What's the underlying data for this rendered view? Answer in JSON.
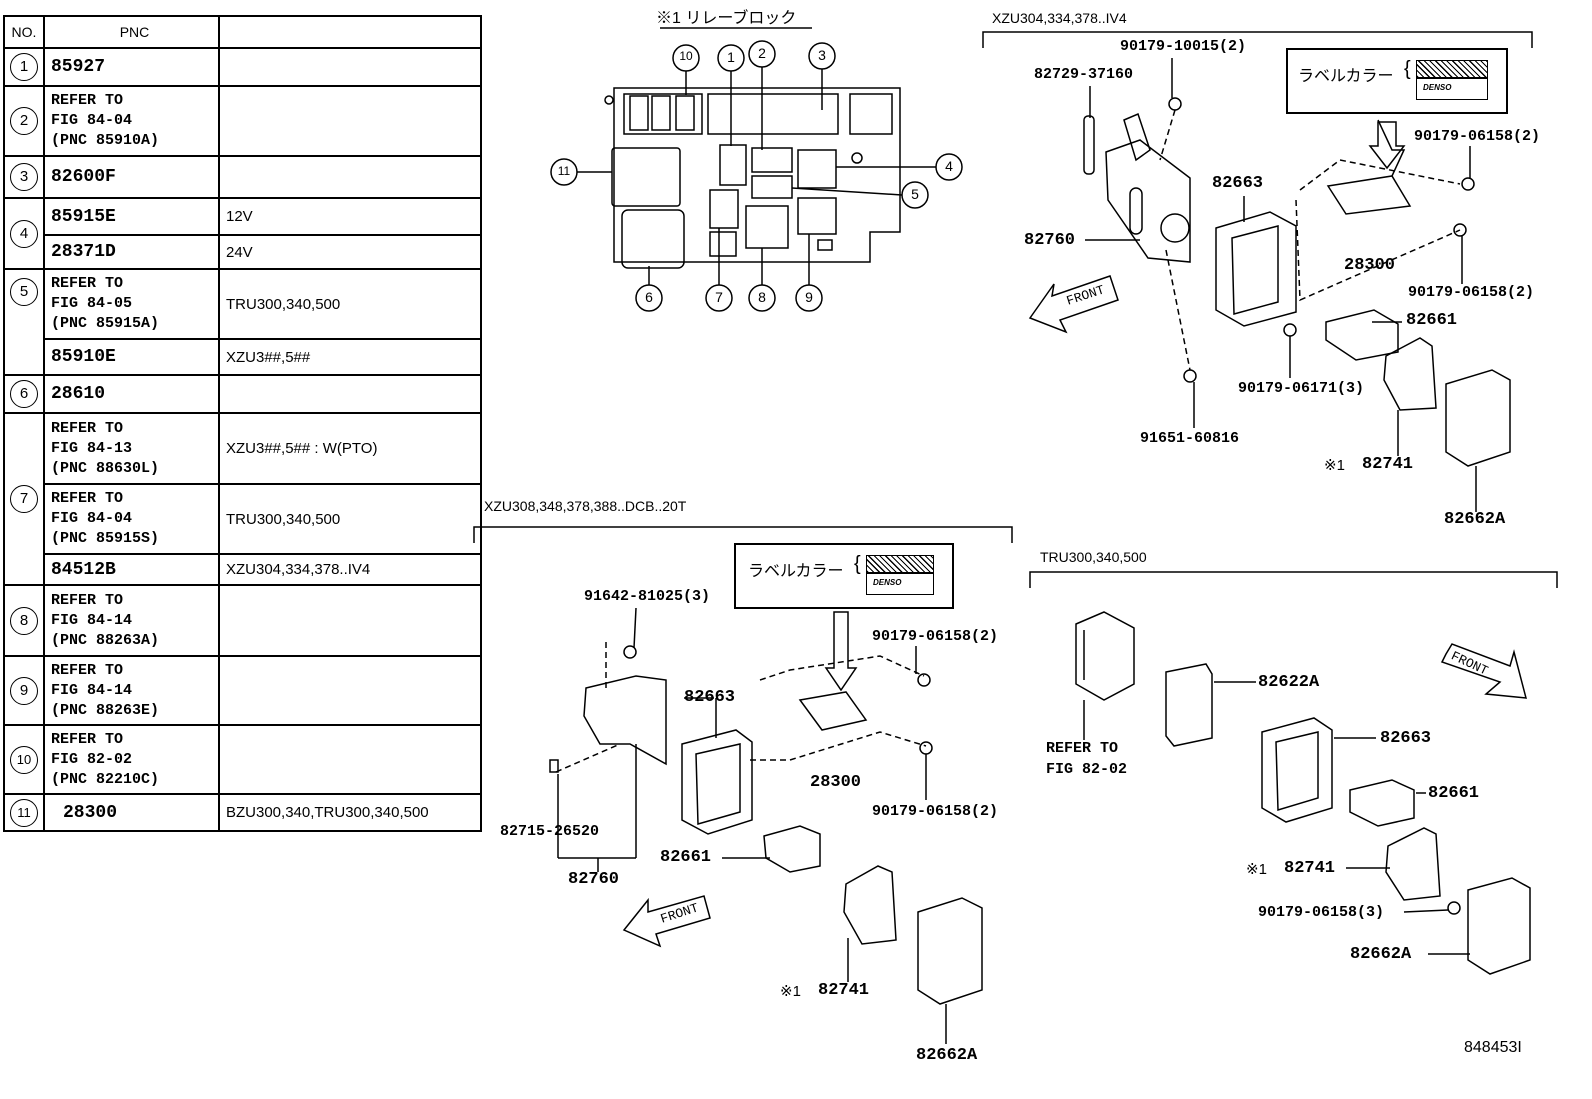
{
  "table": {
    "headers": {
      "no": "NO.",
      "pnc": "PNC",
      "remark": ""
    },
    "rows": [
      {
        "no": "1",
        "pnc": "85927",
        "remark": ""
      },
      {
        "no": "2",
        "pnc": "REFER TO\nFIG 84-04\n(PNC 85910A)",
        "remark": ""
      },
      {
        "no": "3",
        "pnc": "82600F",
        "remark": ""
      },
      {
        "no": "4",
        "pnc": "85915E",
        "remark": "12V"
      },
      {
        "no": "",
        "pnc": "28371D",
        "remark": "24V"
      },
      {
        "no": "5",
        "pnc": "REFER TO\nFIG 84-05\n(PNC 85915A)",
        "remark": "TRU300,340,500"
      },
      {
        "no": "",
        "pnc": "85910E",
        "remark": "XZU3##,5##"
      },
      {
        "no": "6",
        "pnc": "28610",
        "remark": ""
      },
      {
        "no": "7",
        "pnc": "REFER TO\nFIG 84-13\n(PNC 88630L)",
        "remark": "XZU3##,5## : W(PTO)"
      },
      {
        "no": "",
        "pnc": "REFER TO\nFIG 84-04\n(PNC 85915S)",
        "remark": "TRU300,340,500"
      },
      {
        "no": "",
        "pnc": "84512B",
        "remark": "XZU304,334,378..IV4"
      },
      {
        "no": "8",
        "pnc": "REFER TO\nFIG 84-14\n(PNC 88263A)",
        "remark": ""
      },
      {
        "no": "9",
        "pnc": "REFER TO\nFIG 84-14\n(PNC 88263E)",
        "remark": ""
      },
      {
        "no": "10",
        "pnc": "REFER TO\nFIG 82-02\n(PNC 82210C)",
        "remark": ""
      },
      {
        "no": "11",
        "pnc": "28300",
        "remark": "BZU300,340,TRU300,340,500"
      }
    ]
  },
  "relay_block": {
    "title": "※1 リレーブロック",
    "callouts": [
      "10",
      "1",
      "2",
      "3",
      "11",
      "4",
      "5",
      "6",
      "7",
      "8",
      "9"
    ]
  },
  "top_right": {
    "heading": "XZU304,334,378..IV4",
    "label_color_text": "ラベルカラー",
    "denso": "DENSO",
    "parts": {
      "p90179_10015": "90179-10015(2)",
      "p82729": "82729-37160",
      "p82663": "82663",
      "p90179_06158_a": "90179-06158(2)",
      "p82760": "82760",
      "p28300": "28300",
      "p90179_06158_b": "90179-06158(2)",
      "front": "FRONT",
      "p82661": "82661",
      "p90179_06171": "90179-06171(3)",
      "p91651": "91651-60816",
      "p82741_mark": "※1",
      "p82741": "82741",
      "p82662A": "82662A"
    }
  },
  "middle": {
    "heading": "XZU308,348,378,388..DCB..20T",
    "label_color_text": "ラベルカラー",
    "denso": "DENSO",
    "parts": {
      "p91642": "91642-81025(3)",
      "p90179_06158_a": "90179-06158(2)",
      "p82663": "82663",
      "p28300": "28300",
      "p90179_06158_b": "90179-06158(2)",
      "p82715": "82715-26520",
      "p82661": "82661",
      "p82760": "82760",
      "front": "FRONT",
      "p82741_mark": "※1",
      "p82741": "82741",
      "p82662A": "82662A"
    }
  },
  "bottom_right": {
    "heading": "TRU300,340,500",
    "parts": {
      "p82622A": "82622A",
      "front": "FRONT",
      "refer1": "REFER TO",
      "refer2": "FIG 82-02",
      "p82663": "82663",
      "p82661": "82661",
      "p82741_mark": "※1",
      "p82741": "82741",
      "p90179_06158": "90179-06158(3)",
      "p82662A": "82662A"
    }
  },
  "figure_id": "848453I"
}
